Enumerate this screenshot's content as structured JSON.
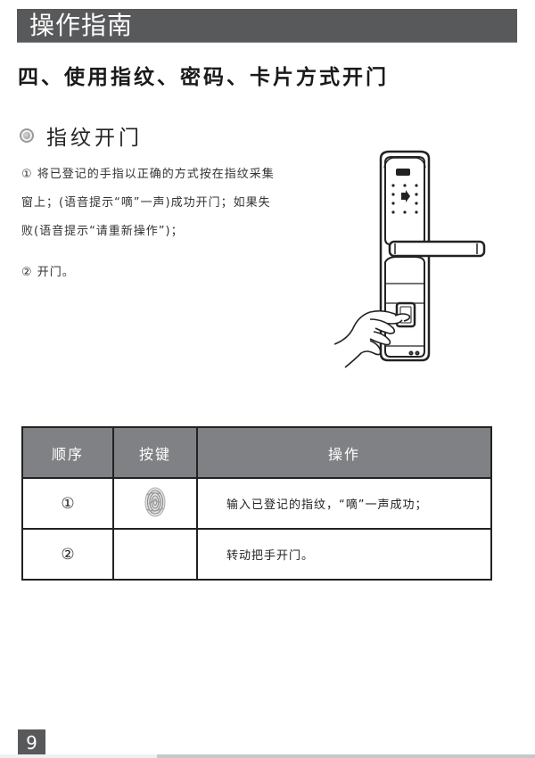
{
  "header": {
    "title": "操作指南"
  },
  "section": {
    "title": "四、使用指纹、密码、卡片方式开门"
  },
  "subsection": {
    "icon": "radio-bullet-icon",
    "title": "指纹开门"
  },
  "steps": [
    {
      "text": "① 将已登记的手指以正确的方式按在指纹采集窗上；(语音提示“嘀”一声)成功开门；如果失败(语音提示“请重新操作”)；"
    },
    {
      "text": "② 开门。"
    }
  ],
  "illustration": {
    "icon": "smart-door-lock-with-hand-icon"
  },
  "table": {
    "headers": [
      "顺序",
      "按键",
      "操作"
    ],
    "rows": [
      {
        "order": "①",
        "key_icon": "fingerprint-icon",
        "operation": "输入已登记的指纹，“嘀”一声成功；"
      },
      {
        "order": "②",
        "key_icon": "",
        "operation": "转动把手开门。"
      }
    ]
  },
  "footer": {
    "page_number": "9"
  },
  "colors": {
    "header_bg": "#58595b",
    "table_header_bg": "#808184",
    "text": "#222222"
  }
}
